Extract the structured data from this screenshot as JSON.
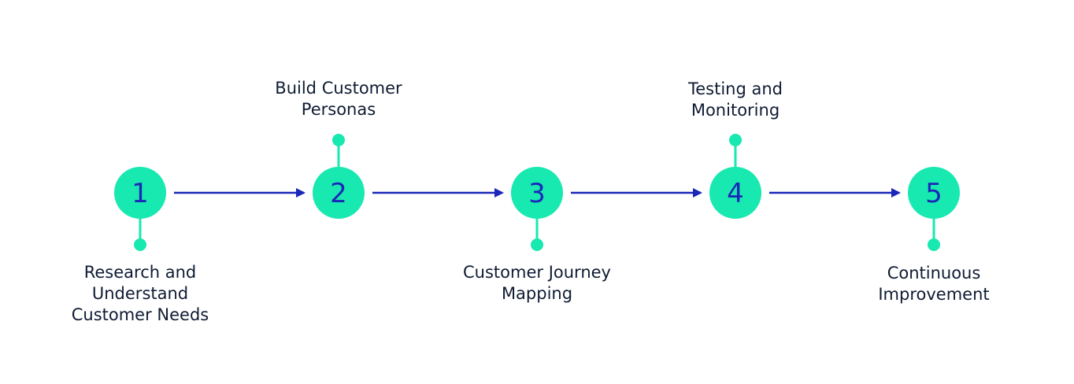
{
  "colors": {
    "node_fill": "#18e9b0",
    "node_text": "#1b27b8",
    "arrow": "#1b27b8",
    "connector": "#18e9b0",
    "label_text": "#0f1b33"
  },
  "steps": [
    {
      "number": "1",
      "label_lines": [
        "Research and",
        "Understand",
        "Customer Needs"
      ],
      "label_position": "below"
    },
    {
      "number": "2",
      "label_lines": [
        "Build Customer",
        "Personas"
      ],
      "label_position": "above"
    },
    {
      "number": "3",
      "label_lines": [
        "Customer Journey",
        "Mapping"
      ],
      "label_position": "below"
    },
    {
      "number": "4",
      "label_lines": [
        "Testing and",
        "Monitoring"
      ],
      "label_position": "above"
    },
    {
      "number": "5",
      "label_lines": [
        "Continuous",
        "Improvement"
      ],
      "label_position": "below"
    }
  ]
}
